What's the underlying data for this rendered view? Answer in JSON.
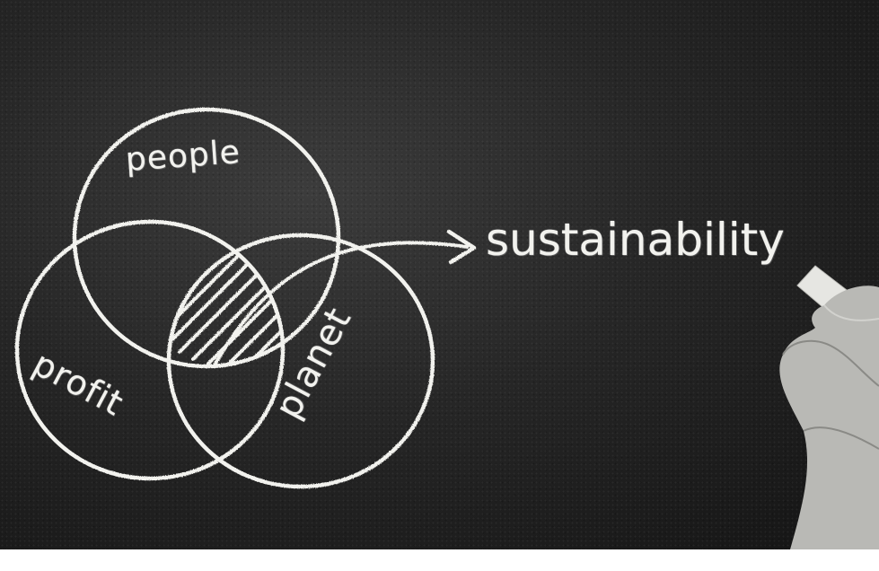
{
  "labels": {
    "people": "people",
    "profit": "profit",
    "planet": "planet",
    "target": "sustainability"
  },
  "colors": {
    "chalk": "#f2f2ee",
    "board": "#262626",
    "border": "#ffffff"
  },
  "icons": {
    "arrow": "arrow-right-icon",
    "hand": "hand-holding-chalk"
  }
}
